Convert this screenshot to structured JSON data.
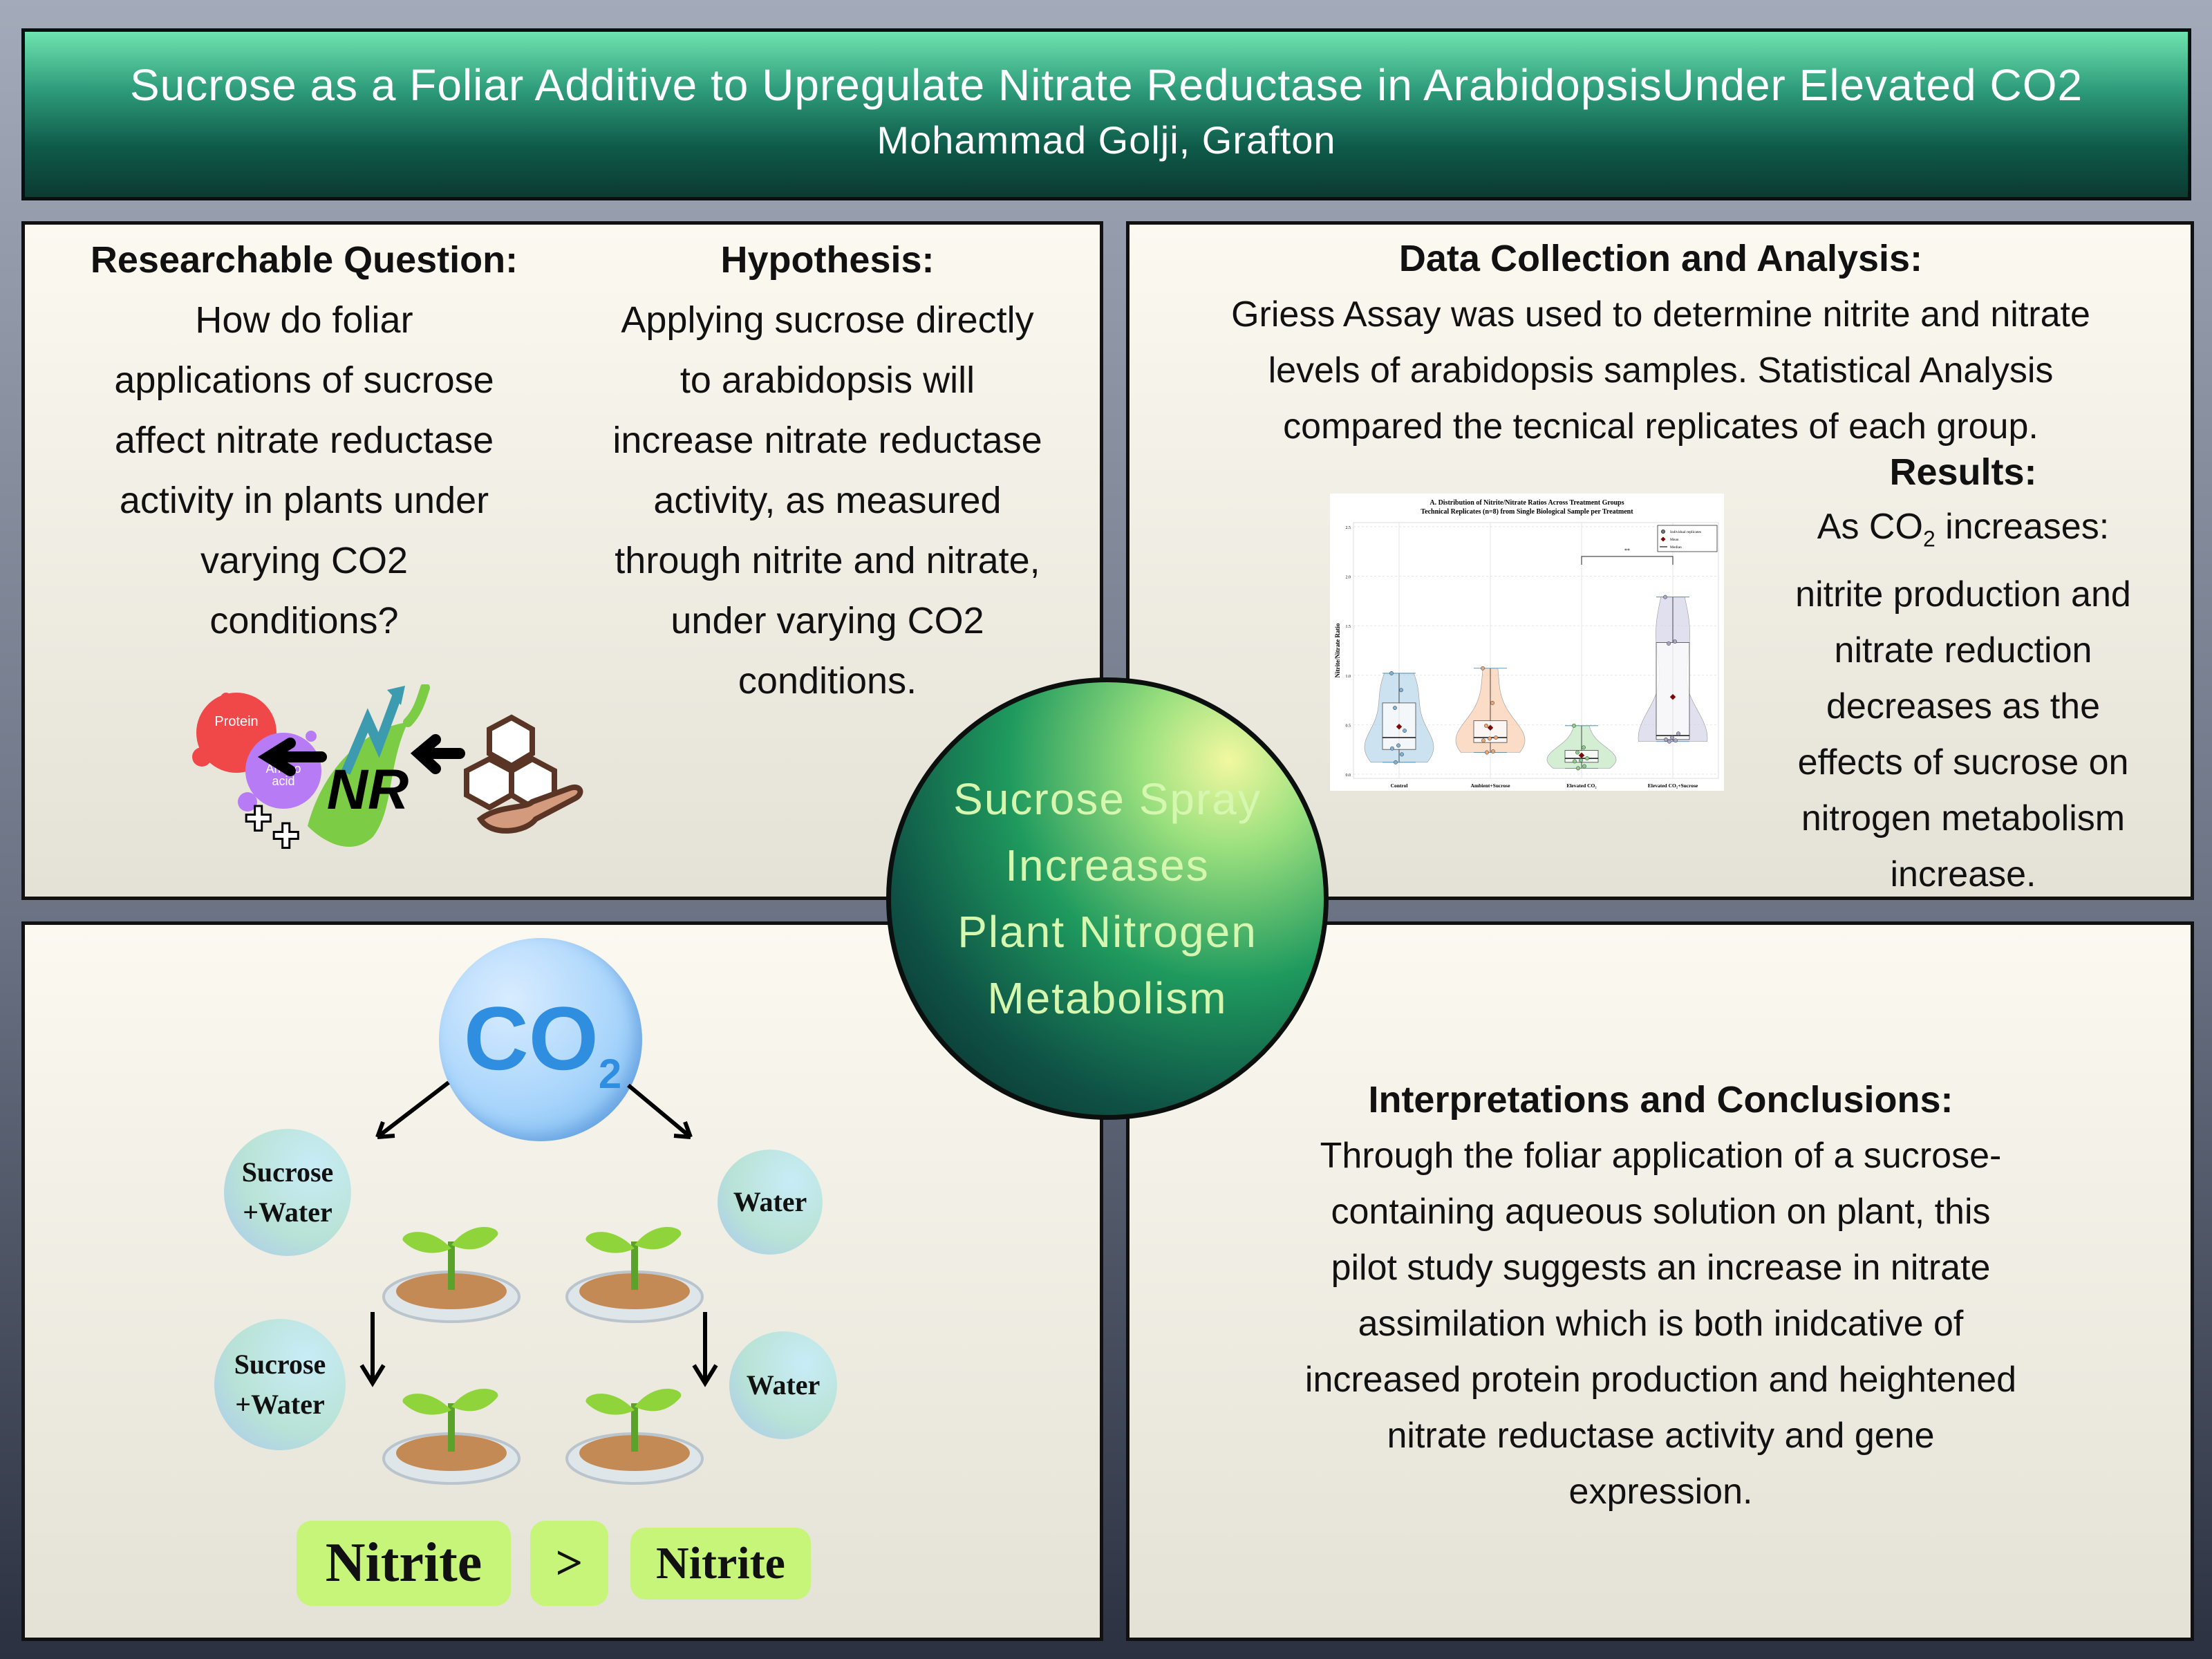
{
  "header": {
    "title": "Sucrose as a Foliar Additive to Upregulate Nitrate Reductase in ArabidopsisUnder Elevated CO2",
    "authors": "Mohammad Golji, Grafton"
  },
  "question": {
    "heading": "Researchable Question:",
    "lines": [
      "How do foliar",
      "applications of sucrose",
      "affect nitrate reductase",
      "activity in plants under",
      "varying CO2",
      "conditions?"
    ]
  },
  "hypothesis": {
    "heading": "Hypothesis:",
    "lines": [
      "Applying sucrose directly",
      "to arabidopsis will",
      "increase nitrate reductase",
      "activity, as measured",
      "through nitrite and nitrate,",
      "under varying CO2",
      "conditions."
    ]
  },
  "diagram": {
    "protein": "Protein",
    "amino": "Amino acid",
    "enzyme": "NR",
    "colors": {
      "leaf": "#7ccc45",
      "arrow_up": "#3d9bb0",
      "protein": "#f04848",
      "amino": "#b77cf5"
    }
  },
  "data_collection": {
    "heading": "Data Collection and Analysis:",
    "lines": [
      "Griess Assay was used to determine nitrite and nitrate",
      "levels of arabidopsis samples. Statistical Analysis",
      "compared the tecnical replicates of each group."
    ]
  },
  "results": {
    "heading": "Results:",
    "first_line_prefix": "As CO",
    "first_line_sub": "2",
    "first_line_suffix": " increases:",
    "lines": [
      "nitrite production and",
      "nitrate reduction",
      "decreases as the",
      "effects of sucrose on",
      "nitrogen metabolism",
      "increase."
    ]
  },
  "center": {
    "lines": [
      "Sucrose Spray",
      "Increases",
      "Plant Nitrogen",
      "Metabolism"
    ]
  },
  "experiment": {
    "co2": "CO",
    "co2_sub": "2",
    "treat_a": [
      "Sucrose",
      "+Water"
    ],
    "treat_b": "Water",
    "result_left": "Nitrite",
    "comparator": ">",
    "result_right": "Nitrite"
  },
  "conclusions": {
    "heading": "Interpretations and Conclusions:",
    "lines": [
      "Through the foliar application of a sucrose-",
      "containing aqueous solution on plant, this",
      "pilot study suggests an increase in nitrate",
      "assimilation which is both inidcative of",
      "increased protein production and heightened",
      "nitrate reductase activity and gene",
      "expression."
    ]
  },
  "chart_data": {
    "type": "violin",
    "title": "A. Distribution of Nitrite/Nitrate Ratios Across Treatment Groups",
    "subtitle": "Technical Replicates (n=8) from Single Biological Sample per Treatment",
    "xlabel": "",
    "ylabel": "Nitrite/Nitrate Ratio",
    "ylim": [
      0,
      2.5
    ],
    "yticks": [
      "0.0",
      "0.5",
      "1.0",
      "1.5",
      "2.0",
      "2.5"
    ],
    "grid": true,
    "legend_placement": "top-right",
    "legend": [
      "Individual replicates",
      "Mean",
      "Median"
    ],
    "significance": {
      "between": [
        "Elevated CO₂",
        "Elevated CO₂+Sucrose"
      ],
      "label": "**"
    },
    "categories": [
      "Control",
      "Ambient+Sucrose",
      "Elevated CO₂",
      "Elevated CO₂+Sucrose"
    ],
    "colors": [
      "#aacfe8",
      "#f8c6a2",
      "#b8e2b8",
      "#cdcbe3"
    ],
    "point_colors": [
      "#7fb2d8",
      "#eea574",
      "#8ccd8c",
      "#a9a6c9"
    ],
    "series": [
      {
        "values": [
          1.02,
          0.85,
          0.67,
          0.44,
          0.29,
          0.26,
          0.2,
          0.12
        ],
        "mean": 0.48,
        "median": 0.37,
        "q1": 0.25,
        "q3": 0.72
      },
      {
        "values": [
          1.07,
          0.72,
          0.49,
          0.37,
          0.36,
          0.34,
          0.23,
          0.22
        ],
        "mean": 0.47,
        "median": 0.37,
        "q1": 0.32,
        "q3": 0.54
      },
      {
        "values": [
          0.49,
          0.27,
          0.22,
          0.16,
          0.14,
          0.13,
          0.08,
          0.06
        ],
        "mean": 0.19,
        "median": 0.16,
        "q1": 0.12,
        "q3": 0.24
      },
      {
        "values": [
          1.79,
          1.34,
          1.32,
          0.41,
          0.37,
          0.35,
          0.34,
          0.33
        ],
        "mean": 0.78,
        "median": 0.39,
        "q1": 0.35,
        "q3": 1.33
      }
    ]
  }
}
